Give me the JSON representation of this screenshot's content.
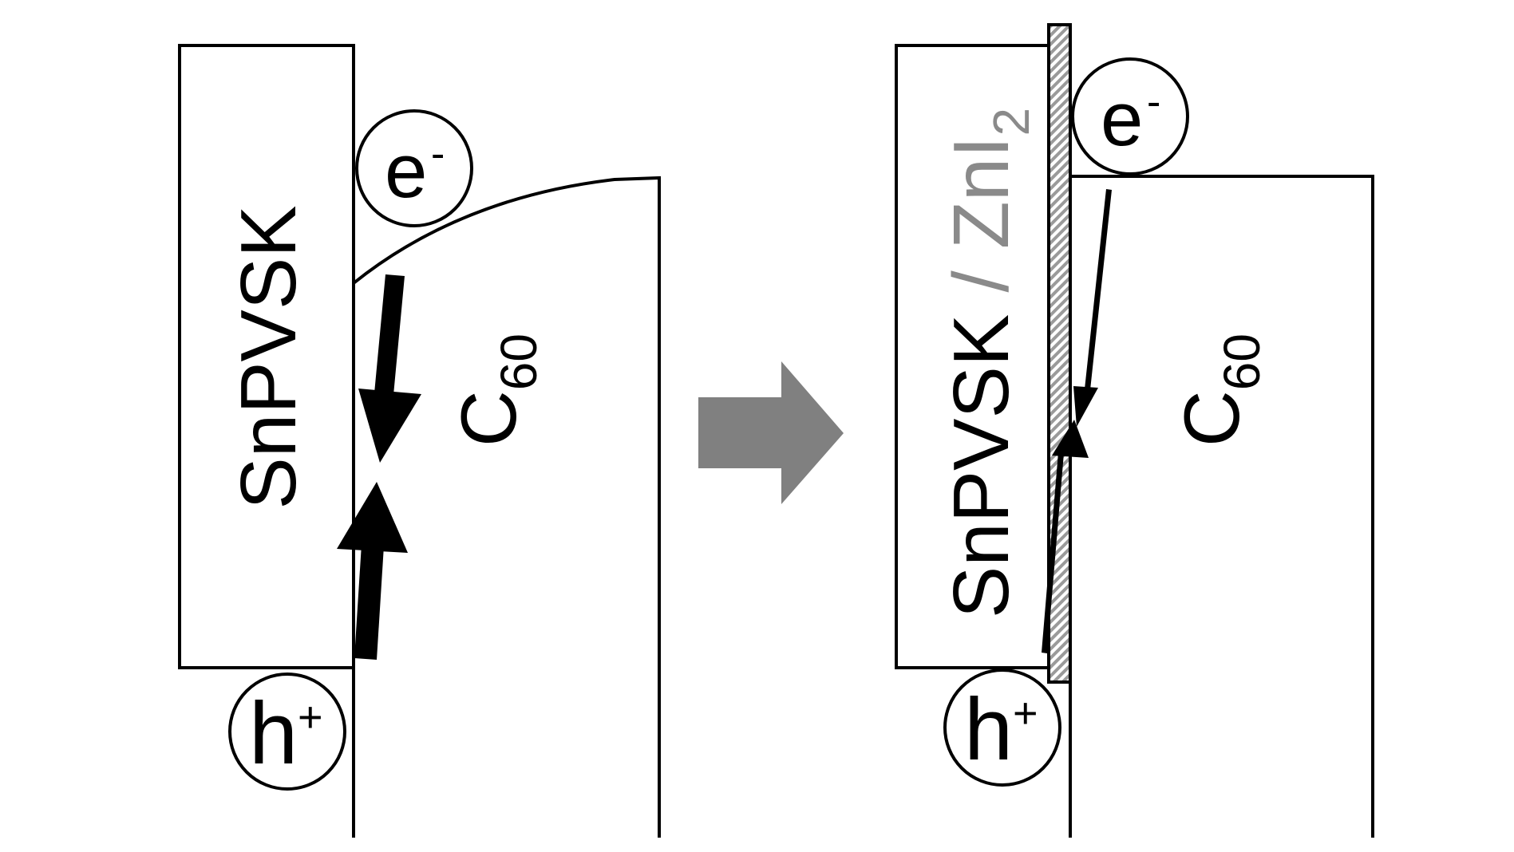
{
  "left_panel": {
    "perovskite_label": "SnPVSK",
    "c60_label": {
      "base": "C",
      "sub": "60"
    },
    "electron": {
      "letter": "e",
      "sign": "-"
    },
    "hole": {
      "letter": "h",
      "sign": "+"
    }
  },
  "right_panel": {
    "perovskite_label_main": "SnPVSK",
    "perovskite_label_sep": " / ",
    "perovskite_label_additive": {
      "base": "ZnI",
      "sub": "2"
    },
    "c60_label": {
      "base": "C",
      "sub": "60"
    },
    "electron": {
      "letter": "e",
      "sign": "-"
    },
    "hole": {
      "letter": "h",
      "sign": "+"
    }
  },
  "colors": {
    "line": "#000000",
    "transition_arrow": "#808080",
    "zni2_text": "#8a8a8a",
    "interlayer_hatch": "#9a9a9a"
  }
}
